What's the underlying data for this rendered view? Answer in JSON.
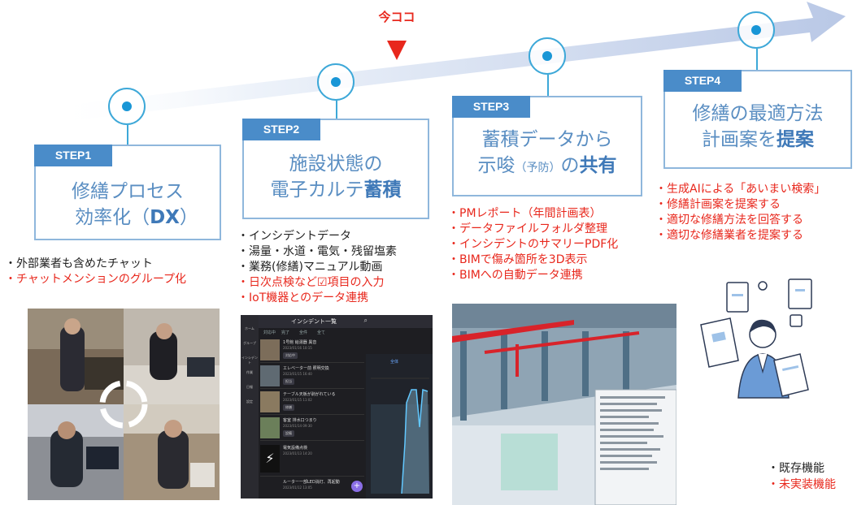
{
  "marker": {
    "label": "今ココ"
  },
  "steps": [
    {
      "tag": "STEP1",
      "line1": "修繕プロセス",
      "line2_pre": "効率化（",
      "line2_bold": "DX",
      "line2_post": "）"
    },
    {
      "tag": "STEP2",
      "line1": "施設状態の",
      "line2_pre": "電子カルテ",
      "line2_bold": "蓄積",
      "line2_post": ""
    },
    {
      "tag": "STEP3",
      "line1": "蓄積データから",
      "line2_pre": "示唆",
      "line2_small": "（予防）",
      "line2_mid": "の",
      "line2_bold": "共有"
    },
    {
      "tag": "STEP4",
      "line1": "修繕の最適方法",
      "line2_pre": "計画案を",
      "line2_bold": "提案",
      "line2_post": ""
    }
  ],
  "lists": {
    "step1": [
      {
        "text": "・外部業者も含めたチャット",
        "status": "exist"
      },
      {
        "text": "・チャットメンションのグループ化",
        "status": "todo"
      }
    ],
    "step2": [
      {
        "text": "・インシデントデータ",
        "status": "exist"
      },
      {
        "text": "・湯量・水道・電気・残留塩素",
        "status": "exist"
      },
      {
        "text": "・業務(修繕)マニュアル動画",
        "status": "exist"
      },
      {
        "text": "・日次点検など☑項目の入力",
        "status": "todo"
      },
      {
        "text": "・IoT機器とのデータ連携",
        "status": "todo"
      }
    ],
    "step3": [
      {
        "text": "・PMレポート（年間計画表）",
        "status": "todo"
      },
      {
        "text": "・データファイルフォルダ整理",
        "status": "todo"
      },
      {
        "text": "・インシデントのサマリーPDF化",
        "status": "todo"
      },
      {
        "text": "・BIMで傷み箇所を3D表示",
        "status": "todo"
      },
      {
        "text": "・BIMへの自動データ連携",
        "status": "todo"
      }
    ],
    "step4": [
      {
        "text": "・生成AIによる「あいまい検索」",
        "status": "todo"
      },
      {
        "text": "・修繕計画案を提案する",
        "status": "todo"
      },
      {
        "text": "・適切な修繕方法を回答する",
        "status": "todo"
      },
      {
        "text": "・適切な修繕業者を提案する",
        "status": "todo"
      }
    ]
  },
  "app_screen": {
    "title": "インシデント一覧",
    "tabs": [
      "対応中",
      "完了",
      "全件",
      "全て"
    ],
    "side": [
      "ホーム",
      "グループ",
      "インシデント",
      "作業",
      "日報",
      "設定"
    ],
    "items": [
      {
        "title": "1号館 給湯器 異音",
        "date": "2023/01/16 10:15"
      },
      {
        "title": "エレベーター前 照明交換",
        "date": "2023/01/15 16:40"
      },
      {
        "title": "テーブル天板が剥がれている",
        "date": "2023/01/15 11:02"
      },
      {
        "title": "客室 排水口つまり",
        "date": "2023/01/14 09:30"
      },
      {
        "title": "電気設備点検",
        "date": "2023/01/13 14:20"
      },
      {
        "title": "ルーター一部LED消灯、再起動",
        "date": "2023/01/12 13:05"
      }
    ],
    "chips": [
      "対応中",
      "担当",
      "修繕",
      "設備"
    ],
    "chart_tab": "全体"
  },
  "legend": {
    "existing": "・既存機能",
    "unimplemented": "・未実装機能"
  },
  "colors": {
    "accent": "#4a8cc9",
    "node": "#1996d6",
    "todo": "#e8271c",
    "existing": "#222222"
  }
}
